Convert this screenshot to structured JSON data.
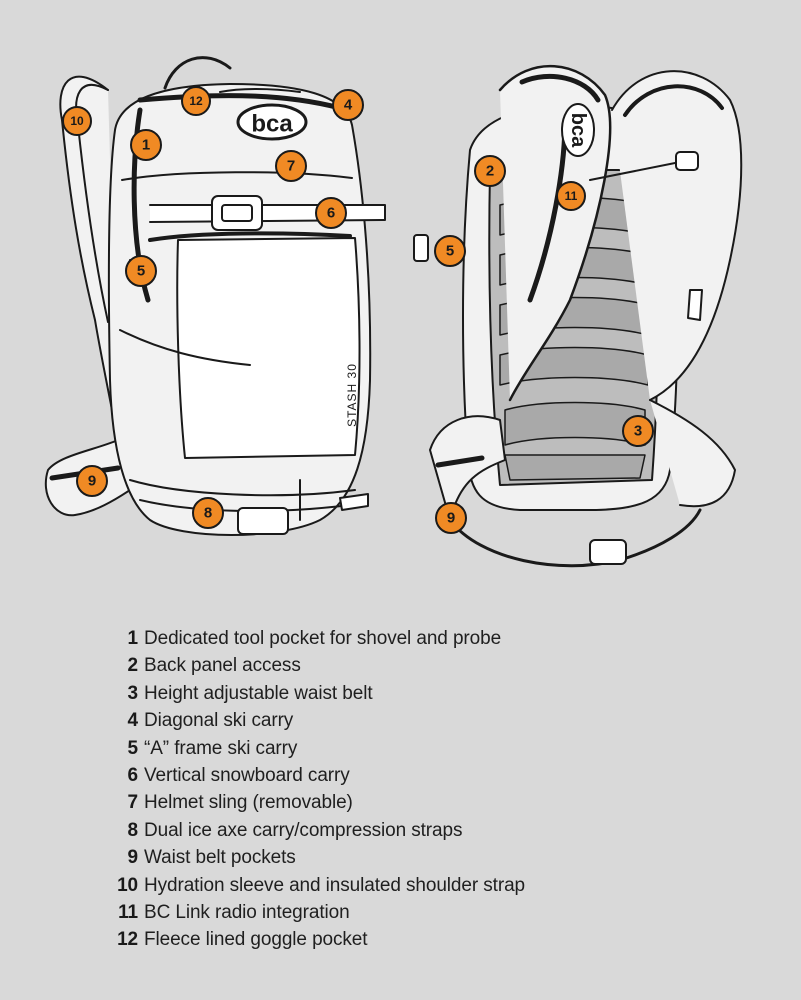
{
  "colors": {
    "background": "#d9d9d9",
    "callout_fill": "#f08a24",
    "outline": "#1a1a1a",
    "pack_body": "#f2f2f2",
    "back_panel": "#bdbdbd"
  },
  "front_pack": {
    "logo": "bca",
    "model_text": "STASH 30",
    "callouts": [
      "12",
      "4",
      "10",
      "1",
      "7",
      "6",
      "5",
      "9",
      "8"
    ]
  },
  "back_pack": {
    "logo": "bca",
    "callouts": [
      "2",
      "11",
      "5",
      "3",
      "9"
    ]
  },
  "legend": [
    {
      "num": "1",
      "text": "Dedicated tool pocket for shovel and probe"
    },
    {
      "num": "2",
      "text": "Back panel access"
    },
    {
      "num": "3",
      "text": "Height adjustable waist belt"
    },
    {
      "num": "4",
      "text": "Diagonal ski carry"
    },
    {
      "num": "5",
      "text": "“A” frame ski carry"
    },
    {
      "num": "6",
      "text": "Vertical snowboard carry"
    },
    {
      "num": "7",
      "text": "Helmet sling (removable)"
    },
    {
      "num": "8",
      "text": "Dual ice axe carry/compression straps"
    },
    {
      "num": "9",
      "text": "Waist belt pockets"
    },
    {
      "num": "10",
      "text": "Hydration sleeve and insulated shoulder strap"
    },
    {
      "num": "11",
      "text": "BC Link radio integration"
    },
    {
      "num": "12",
      "text": "Fleece lined goggle pocket"
    }
  ]
}
